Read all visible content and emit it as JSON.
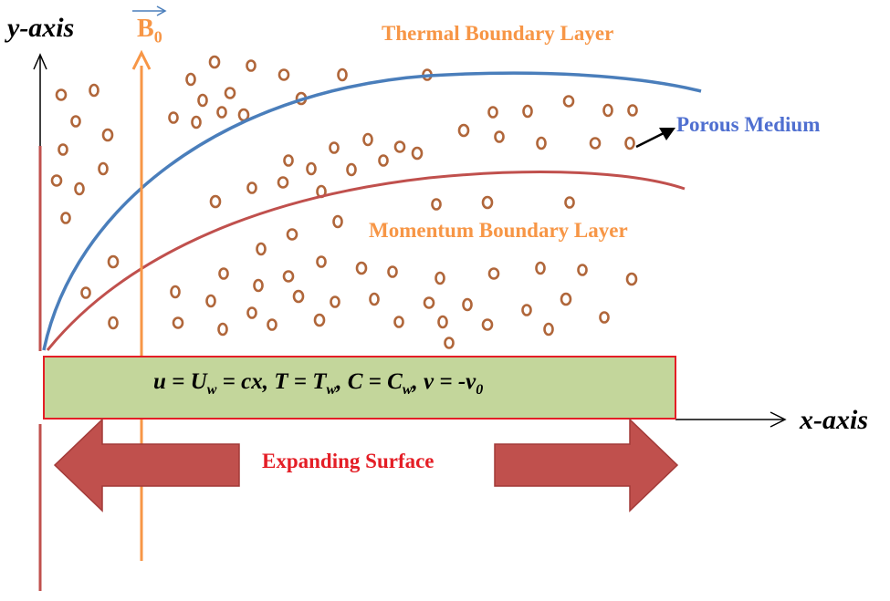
{
  "labels": {
    "y_axis": "y-axis",
    "x_axis": "x-axis",
    "b_field": "B",
    "b_field_sub": "0",
    "thermal_layer": "Thermal Boundary Layer",
    "momentum_layer": "Momentum Boundary Layer",
    "porous_medium": "Porous Medium",
    "expanding_surface": "Expanding Surface"
  },
  "equation": {
    "u": "u = U",
    "u_sub": "w",
    "u_rest": " = cx, T = T",
    "t_sub": "w",
    "c_part": ",  C = C",
    "c_sub": "w",
    "v_part": ", v = -v",
    "v_sub": "0"
  },
  "colors": {
    "thermal_curve": "#4a7ebb",
    "momentum_curve": "#c0504d",
    "surface_fill": "#c3d69b",
    "surface_border": "#e41e26",
    "arrow_fill": "#c0504d",
    "b_arrow": "#f79646",
    "particle": "#b0663a"
  }
}
